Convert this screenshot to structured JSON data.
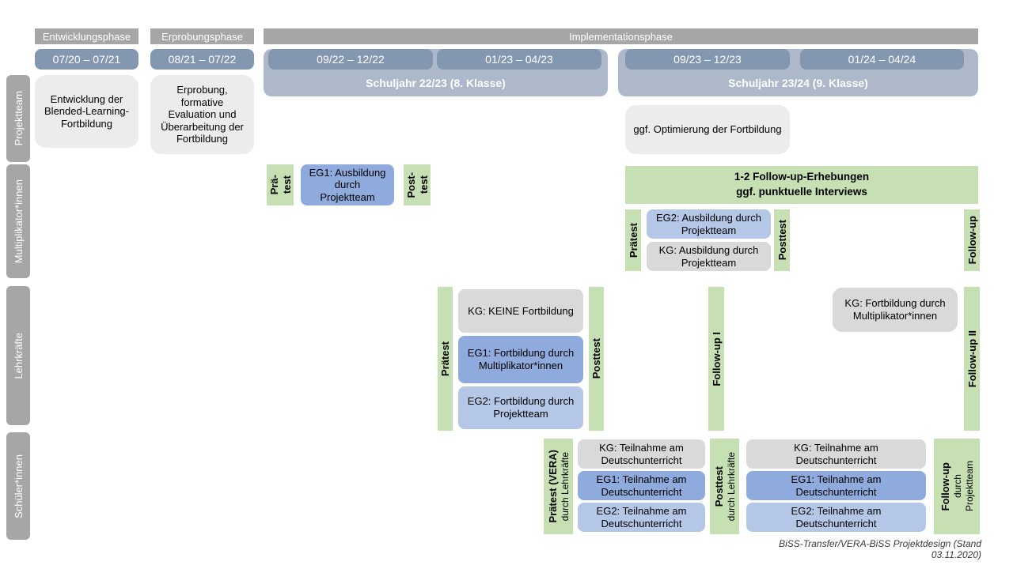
{
  "phases": {
    "entwicklung": "Entwicklungsphase",
    "erprobung": "Erprobungsphase",
    "implementation": "Implementationsphase"
  },
  "dates": {
    "d1": "07/20 – 07/21",
    "d2": "08/21 – 07/22",
    "d3": "09/22 – 12/22",
    "d4": "01/23 – 04/23",
    "d5": "09/23 – 12/23",
    "d6": "01/24 – 04/24"
  },
  "school_years": {
    "y1": "Schuljahr 22/23 (8. Klasse)",
    "y2": "Schuljahr 23/24 (9. Klasse)"
  },
  "row_labels": {
    "projektteam": "Projektteam",
    "multiplikator": "Multiplikator*innen",
    "lehrkraefte": "Lehrkräfte",
    "schueler": "Schüler*innen"
  },
  "projektteam": {
    "entwicklung": "Entwicklung der Blended-Learning-Fortbildung",
    "erprobung": "Erprobung, formative Evaluation und Überarbeitung der Fortbildung",
    "optimierung": "ggf. Optimierung der Fortbildung"
  },
  "multiplikator": {
    "praetest_l1": "Prä-",
    "praetest_l2": "test",
    "eg1": "EG1: Ausbildung durch Projektteam",
    "posttest_l1": "Post-",
    "posttest_l2": "test",
    "banner_l1": "1-2 Follow-up-Erhebungen",
    "banner_l2": "ggf. punktuelle Interviews",
    "praetest2": "Prätest",
    "eg2": "EG2: Ausbildung durch Projektteam",
    "kg": "KG: Ausbildung durch Projektteam",
    "posttest2": "Posttest",
    "followup": "Follow-up"
  },
  "lehrkraefte": {
    "praetest": "Prätest",
    "kg": "KG: KEINE Fortbildung",
    "eg1": "EG1: Fortbildung durch Multiplikator*innen",
    "eg2": "EG2: Fortbildung durch Projektteam",
    "posttest": "Posttest",
    "followup1": "Follow-up I",
    "kg2": "KG: Fortbildung durch Multiplikator*innen",
    "followup2": "Follow-up II"
  },
  "schueler": {
    "praetest_main": "Prätest (VERA)",
    "praetest_sub": "durch Lehrkräfte",
    "kg": "KG: Teilnahme am Deutschunterricht",
    "eg1": "EG1: Teilnahme am Deutschunterricht",
    "eg2": "EG2: Teilnahme am Deutschunterricht",
    "posttest_main": "Posttest",
    "posttest_sub": "durch Lehrkräfte",
    "kg2": "KG: Teilnahme am Deutschunterricht",
    "eg1_2": "EG1: Teilnahme am Deutschunterricht",
    "eg2_2": "EG2: Teilnahme am Deutschunterricht",
    "followup_main": "Follow-up",
    "followup_sub1": "durch",
    "followup_sub2": "Projektteam"
  },
  "caption": "BiSS-Transfer/VERA-BiSS Projektdesign (Stand 03.11.2020)",
  "colors": {
    "phase_header": "#a6a6a6",
    "row_label": "#a6a6a6",
    "date_pill": "#8497b0",
    "year_banner": "#adb9ca",
    "box_lightgray": "#ececec",
    "box_gray": "#d9d9d9",
    "green": "#c6e0b4",
    "blue_medium": "#8faadc",
    "blue_light": "#b4c7e7"
  }
}
